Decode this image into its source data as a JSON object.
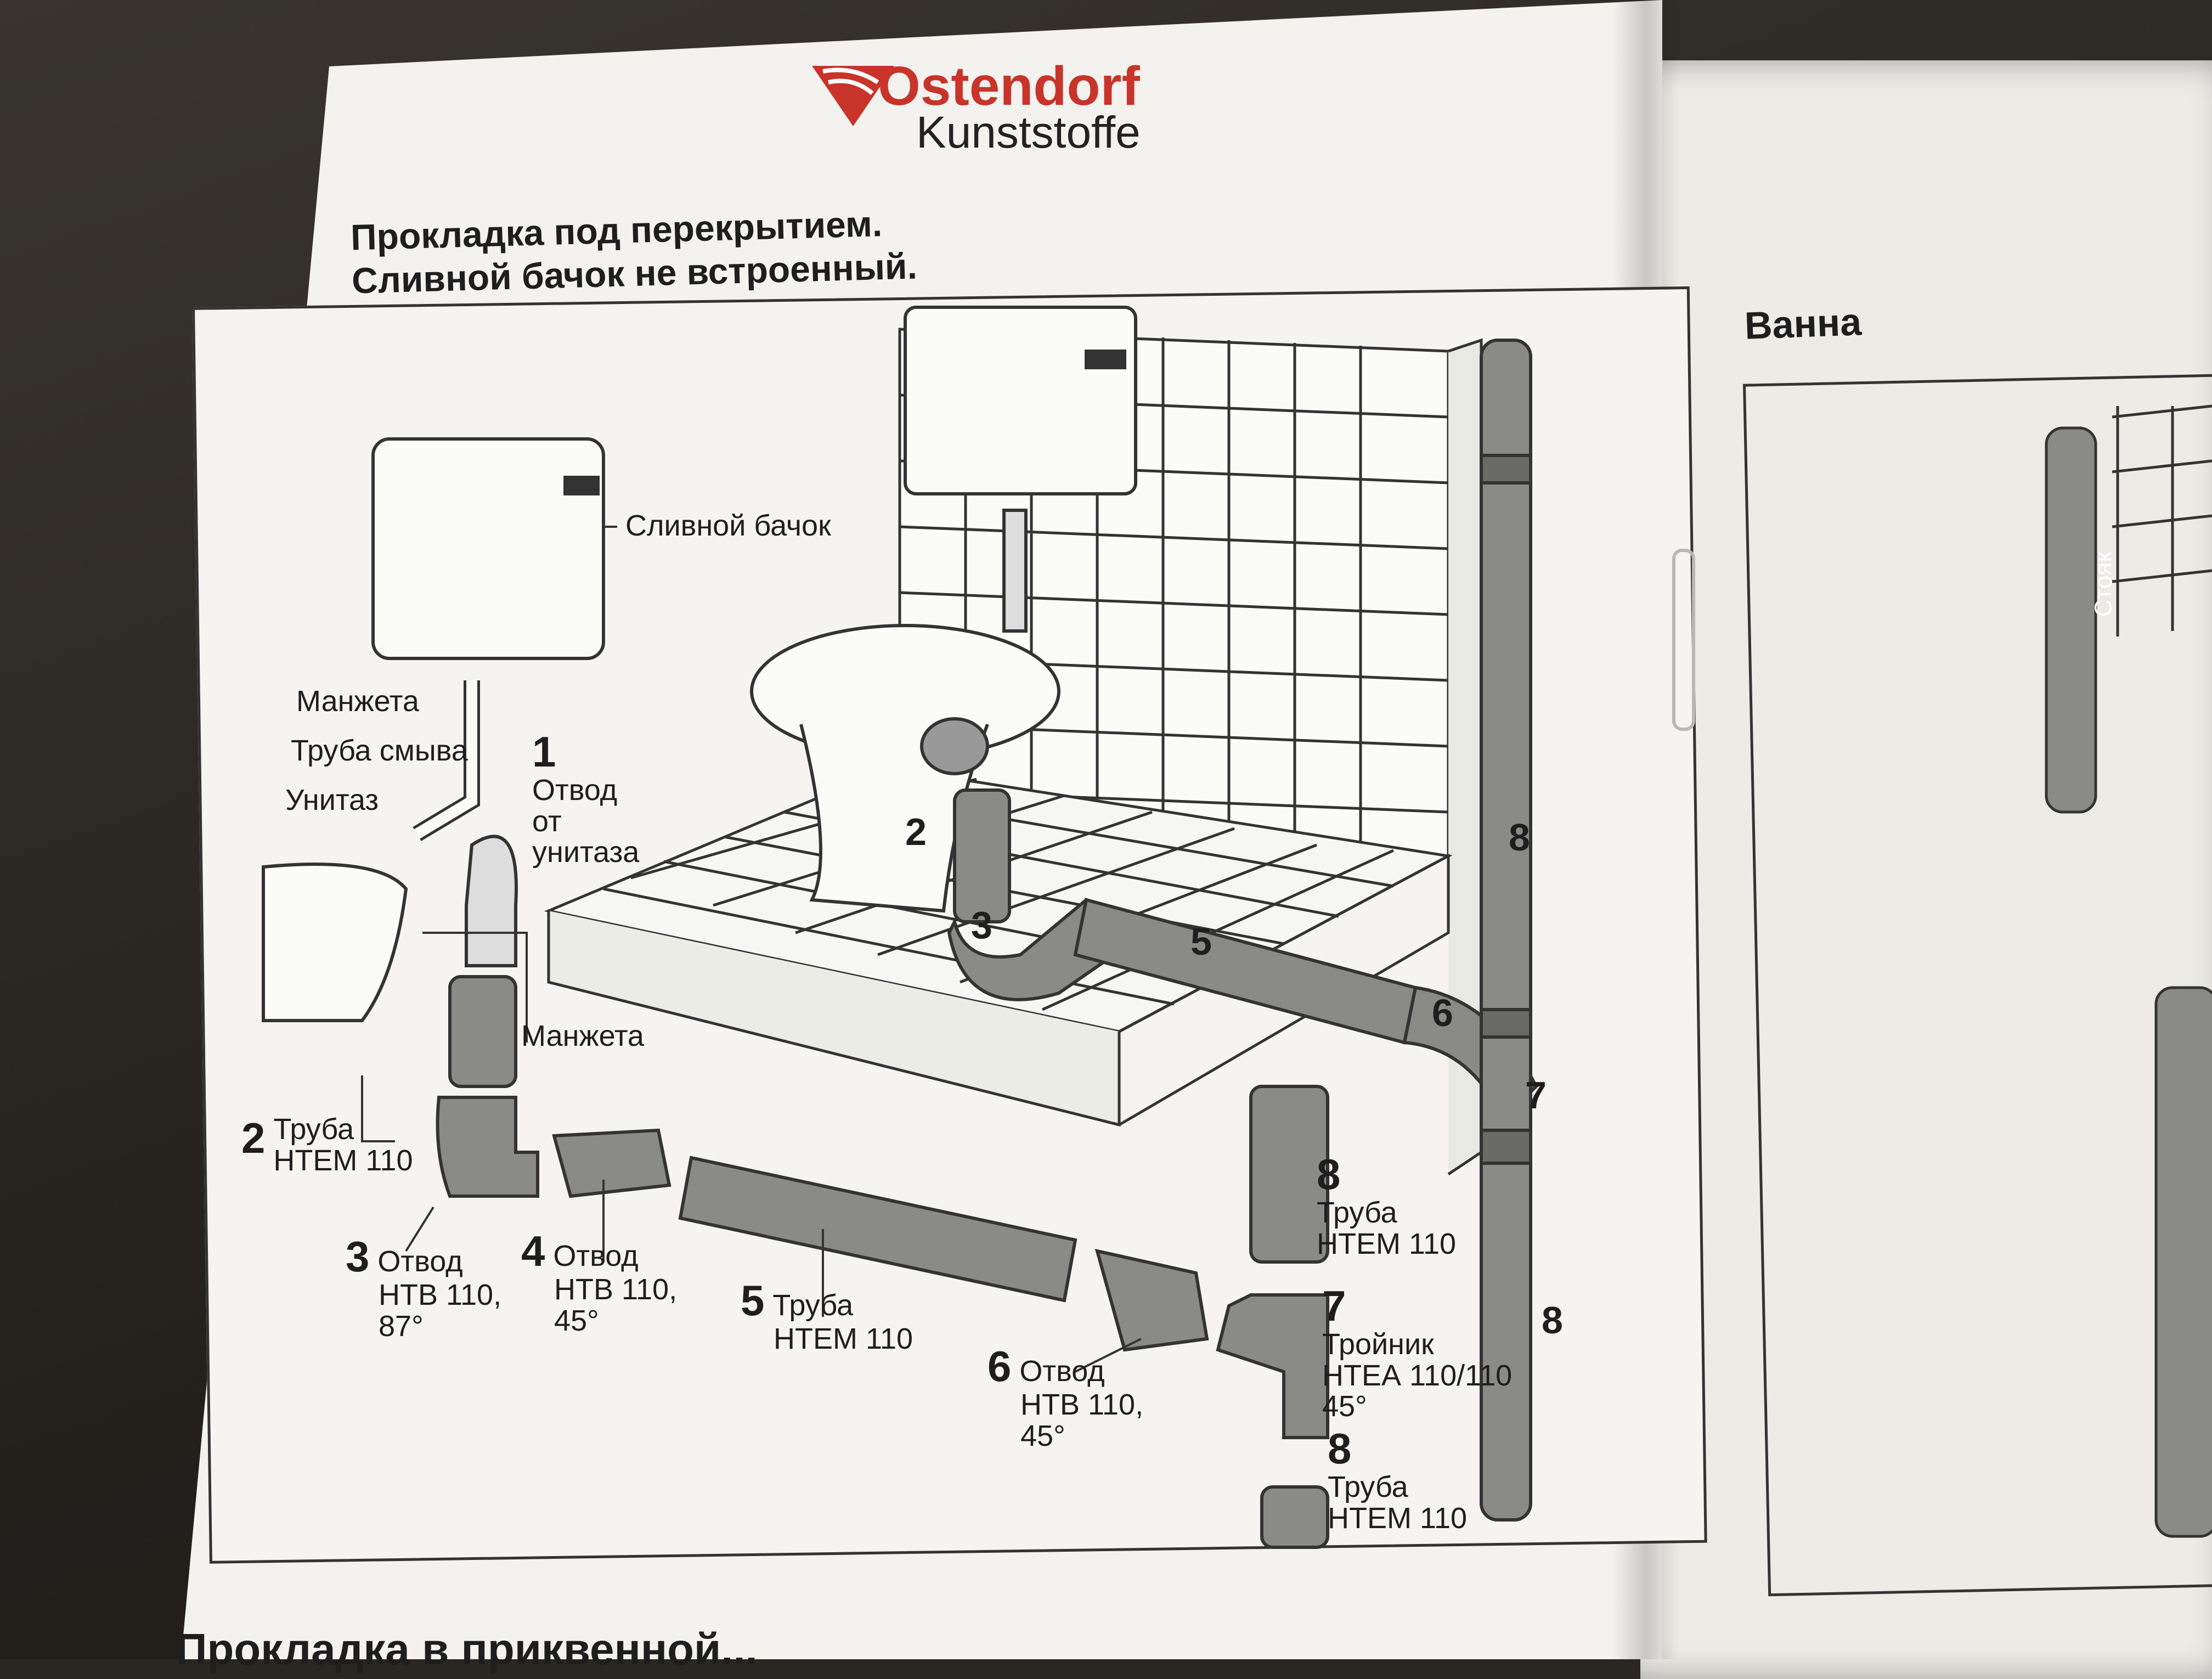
{
  "logo": {
    "brand": "Ostendorf",
    "sub": "Kunststoffe",
    "accent_color": "#c8342a"
  },
  "title": {
    "line1": "Прокладка под перекрытием.",
    "line2": "Сливной бачок не встроенный."
  },
  "labels": {
    "tank": "Сливной бачок",
    "cuff_top": "Манжета",
    "flush_pipe": "Труба смыва",
    "toilet": "Унитаз",
    "item1_num": "1",
    "item1_line1": "Отвод",
    "item1_line2": "от",
    "item1_line3": "унитаза",
    "cuff_bottom": "Манжета",
    "item2_num": "2",
    "item2_line1": "Труба",
    "item2_line2": "НТЕМ 110",
    "item3_num": "3",
    "item3_line1": "Отвод",
    "item3_line2": "НТВ 110,",
    "item3_line3": "87°",
    "item4_num": "4",
    "item4_line1": "Отвод",
    "item4_line2": "НТВ 110,",
    "item4_line3": "45°",
    "item5_num": "5",
    "item5_line1": "Труба",
    "item5_line2": "НТЕМ 110",
    "item6_num": "6",
    "item6_line1": "Отвод",
    "item6_line2": "НТВ 110,",
    "item6_line3": "45°",
    "item7_num": "7",
    "item7_line1": "Тройник",
    "item7_line2": "НТЕА 110/110",
    "item7_line3": "45°",
    "item8a_num": "8",
    "item8a_line1": "Труба",
    "item8a_line2": "НТЕМ 110",
    "item8b_num": "8",
    "item8b_line1": "Труба",
    "item8b_line2": "НТЕМ 110",
    "diag_2": "2",
    "diag_3": "3",
    "diag_5": "5",
    "diag_6": "6",
    "diag_7": "7",
    "diag_8a": "8",
    "diag_8b": "8"
  },
  "right_page": {
    "title": "Ванна",
    "riser_label": "Стояк"
  },
  "footer": {
    "text": "Прокладка в приквенной..."
  }
}
